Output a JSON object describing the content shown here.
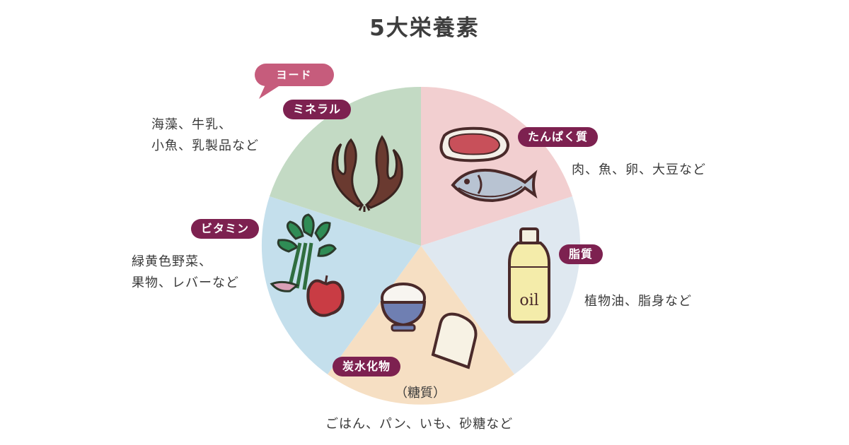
{
  "title": "5大栄養素",
  "nutrients": {
    "protein": {
      "label": "たんぱく質",
      "examples": "肉、魚、卵、大豆など",
      "color": "#f2cfd0",
      "icons": [
        "meat-icon",
        "fish-icon"
      ]
    },
    "fat": {
      "label": "脂質",
      "examples": "植物油、脂身など",
      "color": "#dfe8f0",
      "icons": [
        "oil-bottle-icon"
      ],
      "bottle_text": "oil"
    },
    "carbohydrate": {
      "label": "炭水化物",
      "sublabel": "（糖質）",
      "examples": "ごはん、パン、いも、砂糖など",
      "color": "#f6dfc3",
      "icons": [
        "rice-bowl-icon",
        "bread-icon"
      ]
    },
    "vitamin": {
      "label": "ビタミン",
      "examples_line1": "緑黄色野菜、",
      "examples_line2": "果物、レバーなど",
      "color": "#c4dfec",
      "icons": [
        "spinach-icon",
        "apple-icon"
      ]
    },
    "mineral": {
      "label": "ミネラル",
      "examples_line1": "海藻、牛乳、",
      "examples_line2": "小魚、乳製品など",
      "color": "#c3dac4",
      "icons": [
        "seaweed-icon"
      ],
      "callout": "ヨード"
    }
  },
  "colors": {
    "label_bg": "#7d2150",
    "callout_bg": "#c65c7c",
    "outline": "#4a2a2a"
  }
}
